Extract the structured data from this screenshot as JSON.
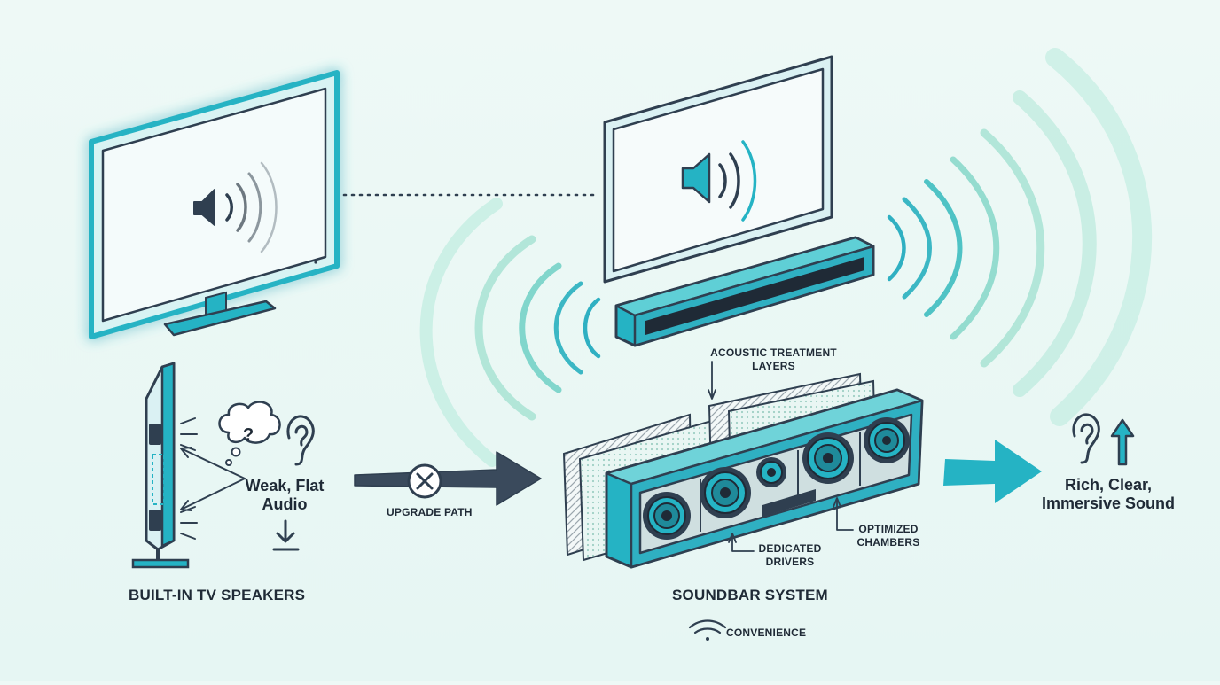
{
  "labels": {
    "left_title": "BUILT-IN TV SPEAKERS",
    "left_audio_line1": "Weak, Flat",
    "left_audio_line2": "Audio",
    "left_question_mark": "?",
    "upgrade_path": "UPGRADE PATH",
    "acoustic_line1": "ACOUSTIC TREATMENT",
    "acoustic_line2": "LAYERS",
    "drivers_line1": "DEDICATED",
    "drivers_line2": "DRIVERS",
    "chambers_line1": "OPTIMIZED",
    "chambers_line2": "CHAMBERS",
    "soundbar_title": "SOUNDBAR SYSTEM",
    "convenience": "CONVENIENCE",
    "right_line1": "Rich, Clear,",
    "right_line2": "Immersive Sound"
  },
  "colors": {
    "teal": "#25b3c4",
    "dark": "#2f3f50",
    "wave": "#9fe0cf",
    "background": "#eaf7f4"
  },
  "icons": [
    "speaker-icon",
    "sound-wave-icon",
    "thought-bubble-icon",
    "ear-icon",
    "down-arrow-icon",
    "blocked-icon",
    "up-arrow-icon",
    "wifi-icon"
  ]
}
